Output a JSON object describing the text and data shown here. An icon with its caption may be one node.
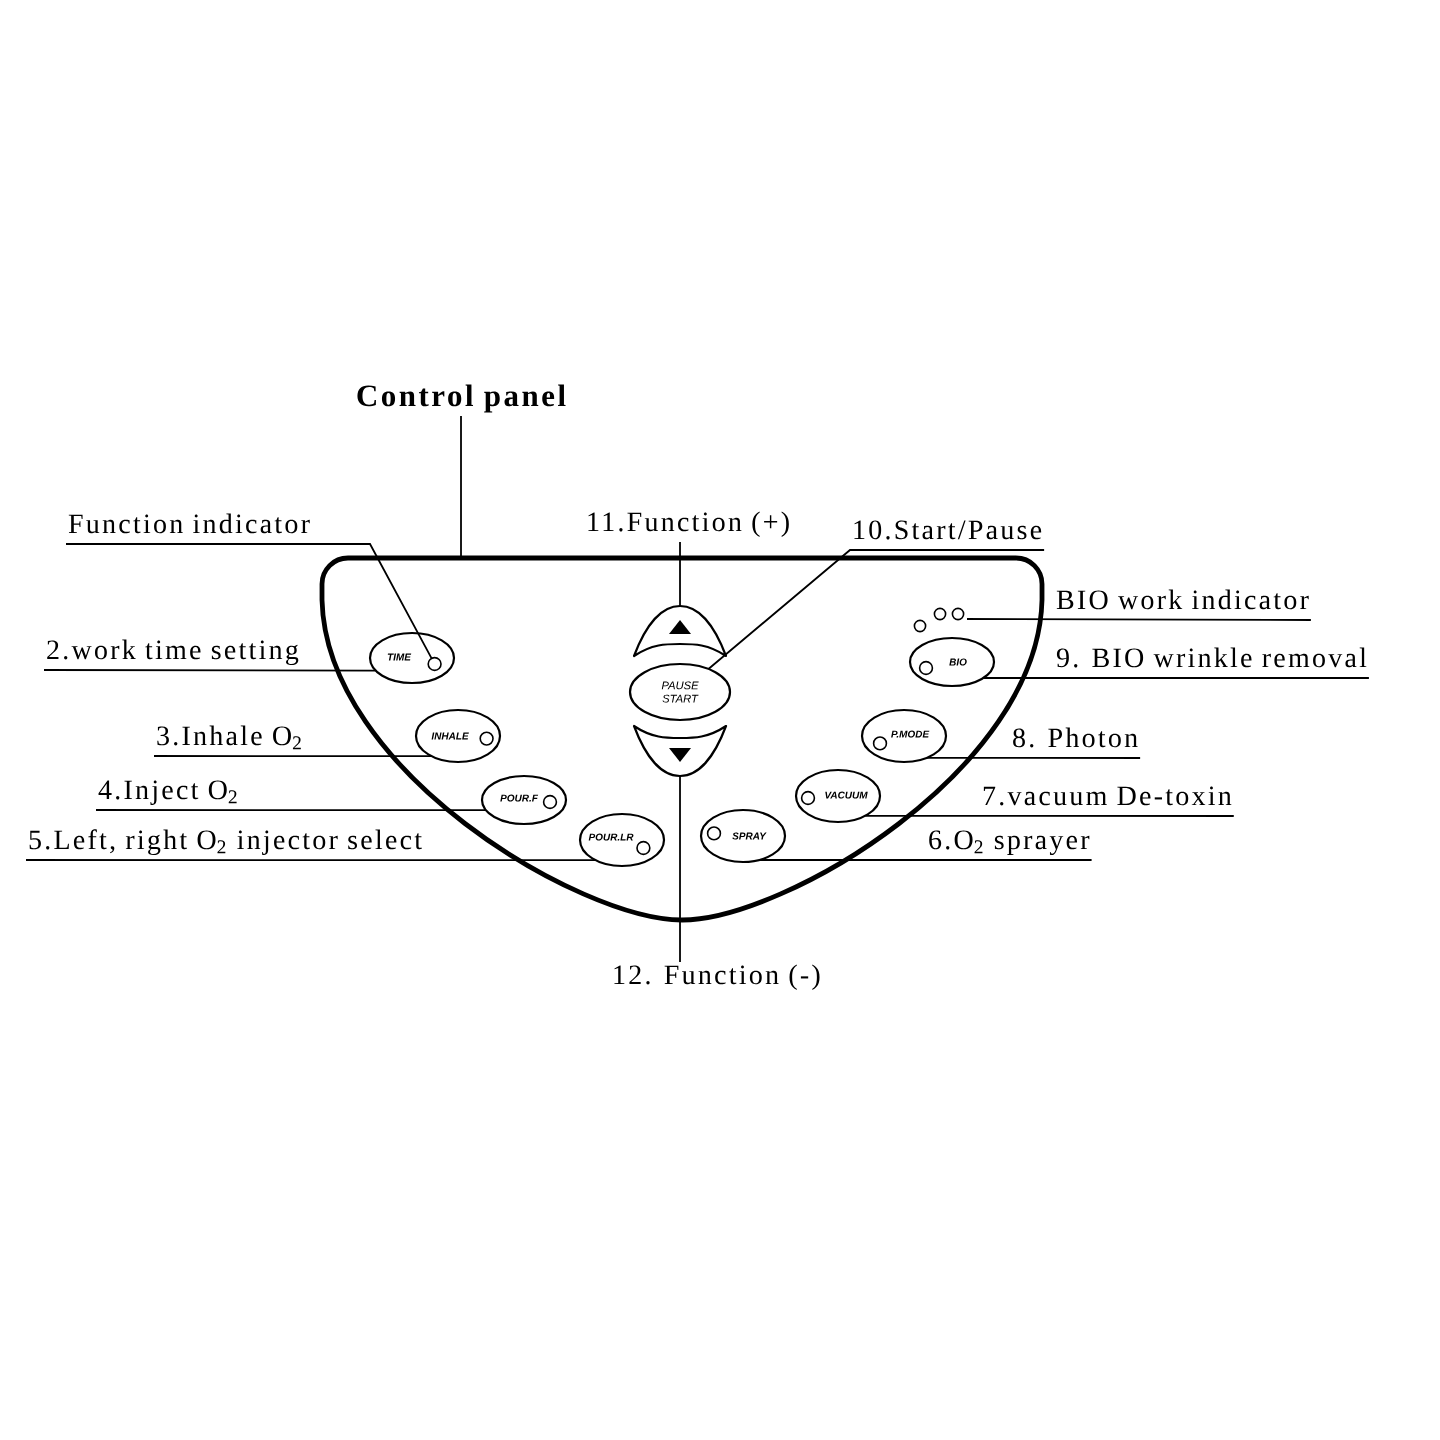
{
  "diagram": {
    "nodes": [
      {
        "text": [
          "Control panel"
        ]
      },
      {
        "text": [
          "Function indicator"
        ]
      },
      {
        "text": [
          "11.Function (+)"
        ]
      },
      {
        "text": [
          "10.Start/Pause"
        ]
      },
      {
        "text": [],
        "shape": "box"
      },
      {
        "text": [],
        "shape": "crescent",
        "in": 4
      },
      {
        "text": [
          "TIME"
        ],
        "in": 4
      },
      {
        "text": [],
        "shape": "circle",
        "in": 6
      },
      {
        "text": [
          "PAUSE START"
        ],
        "in": 4
      },
      {
        "text": [],
        "shape": "circle",
        "in": 4
      },
      {
        "text": [
          "BIO"
        ],
        "in": 4
      },
      {
        "text": [
          "INHALE"
        ],
        "in": 4
      },
      {
        "text": [
          "P.MODE"
        ],
        "in": 4
      },
      {
        "text": [
          "POUR.F"
        ],
        "in": 4
      },
      {
        "text": [
          "VACUUM"
        ],
        "in": 4
      },
      {
        "text": [
          "POUR.LR"
        ],
        "in": 4
      },
      {
        "text": [
          "SPRAY"
        ],
        "in": 4
      },
      {
        "text": [],
        "shape": "crescent",
        "in": 4
      },
      {
        "text": [
          "BIO work indicator"
        ]
      },
      {
        "text": [
          "2.work time setting"
        ]
      },
      {
        "text": [
          "9. BIO wrinkle removal"
        ]
      },
      {
        "text": [
          "3.Inhale O$_{2}$"
        ]
      },
      {
        "text": [
          "8. Photon"
        ]
      },
      {
        "text": [
          "4.Inject O$_{2}$"
        ]
      },
      {
        "text": [
          "7.vacuum De-toxin"
        ]
      },
      {
        "text": [
          "5.Left, right O$_{2}$ injector select"
        ]
      },
      {
        "text": [
          "6.O$_{2}$ sprayer"
        ]
      },
      {
        "text": [
          "12. Function (-)"
        ]
      }
    ],
    "edges": [
      {
        "from": 0,
        "to": 4,
        "arrow": "none"
      },
      {
        "from": 1,
        "to": 7,
        "arrow": "none"
      },
      {
        "from": 2,
        "to": 5,
        "arrow": "none"
      },
      {
        "from": 3,
        "to": 8,
        "arrow": "none"
      },
      {
        "from": 18,
        "to": 9,
        "arrow": "none"
      },
      {
        "from": 19,
        "to": 6,
        "arrow": "none"
      },
      {
        "from": 20,
        "to": 10,
        "arrow": "none"
      },
      {
        "from": 21,
        "to": 11,
        "arrow": "none"
      },
      {
        "from": 22,
        "to": 12,
        "arrow": "none"
      },
      {
        "from": 23,
        "to": 13,
        "arrow": "none"
      },
      {
        "from": 24,
        "to": 14,
        "arrow": "none"
      },
      {
        "from": 25,
        "to": 15,
        "arrow": "none"
      },
      {
        "from": 26,
        "to": 16,
        "arrow": "none"
      },
      {
        "from": 27,
        "to": 17,
        "arrow": "none"
      }
    ]
  }
}
